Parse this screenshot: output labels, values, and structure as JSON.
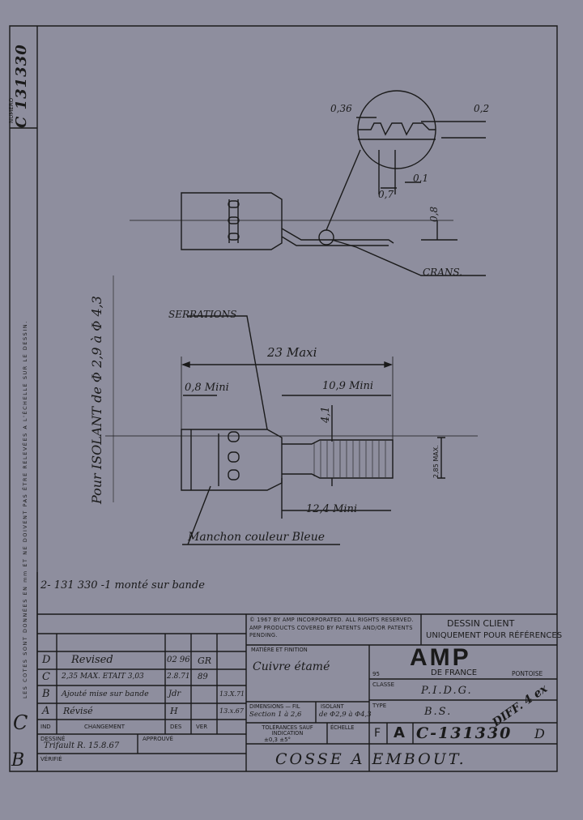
{
  "colors": {
    "paper": "#8e8e9e",
    "ink": "#1a1a1a",
    "dim_ink": "#222222"
  },
  "numero_label": "NUMERO",
  "numero_value": "C 131330",
  "side_notice": "LES COTES SONT DONNÉES EN mm ET NE DOIVENT PAS ÊTRE RELEVÉES A L'ÉCHELLE SUR LE DESSIN.",
  "dims": {
    "d036": "0,36",
    "d02": "0,2",
    "d01": "0,1",
    "d07": "0,7",
    "d08": "0,8",
    "crans": "CRANS.",
    "serrations": "SERRATIONS",
    "d23": "23 Maxi",
    "d08mini": "0,8 Mini",
    "d109": "10,9 Mini",
    "d41": "4,1",
    "d285": "2,85 MAX.",
    "d124": "12,4 Mini",
    "isolant": "Pour ISOLANT de Φ 2,9 à Φ 4,3",
    "manchon": "Manchon couleur Bleue"
  },
  "note_bande": "2- 131 330 -1  monté sur bande",
  "revisions": [
    {
      "ind": "D",
      "change": "Revised",
      "des": "02 96",
      "ver": "GR"
    },
    {
      "ind": "C",
      "change": "2,35 MAX. ETAIT 3,03",
      "des": "2.8.71",
      "ver": "89"
    },
    {
      "ind": "B",
      "change": "Ajouté mise sur bande",
      "des": "Jdr",
      "ver": "13.X.71"
    },
    {
      "ind": "A",
      "change": "Révisé",
      "des": "H",
      "ver": "13.x.67"
    }
  ],
  "rev_headers": {
    "ind": "IND",
    "change": "CHANGEMENT",
    "des": "DES",
    "ver": "VER"
  },
  "dessine_label": "DESSINÉ",
  "dessine_value": "Trifault R. 15.8.67",
  "approuve_label": "APPROUVÉ",
  "verifie_label": "VÉRIFIÉ",
  "copyright": "© 1967 BY AMP INCORPORATED. ALL RIGHTS RESERVED. AMP PRODUCTS COVERED BY PATENTS AND/OR PATENTS PENDING.",
  "dessin_client_1": "DESSIN CLIENT",
  "dessin_client_2": "UNIQUEMENT POUR RÉFÉRENCES",
  "matiere_label": "MATIÈRE ET FINITION",
  "matiere_value": "Cuivre étamé",
  "amp_logo": "AMP",
  "de_france": "DE FRANCE",
  "num95": "95",
  "pontoise": "PONTOISE",
  "classe_label": "CLASSE",
  "classe_value": "P.I.D.G.",
  "type_label": "TYPE",
  "type_value": "B.S.",
  "dimensions_label": "DIMENSIONS — FIL",
  "dimensions_value": "Section 1 à 2,6",
  "isolant_label": "ISOLANT",
  "isolant_value": "de Φ2,9 à Φ4,3",
  "tolerances_label": "TOLÉRANCES SAUF INDICATION",
  "tol_values": "±0,3   ±5°",
  "echelle_label": "ÉCHELLE",
  "format_label": "F",
  "format_value": "A",
  "doc_number": "C-131330",
  "rev_letter": "D",
  "diff": "DIFF. 4 ex",
  "title": "COSSE  A  EMBOUT.",
  "margin_marks": {
    "c": "C",
    "b": "B"
  }
}
